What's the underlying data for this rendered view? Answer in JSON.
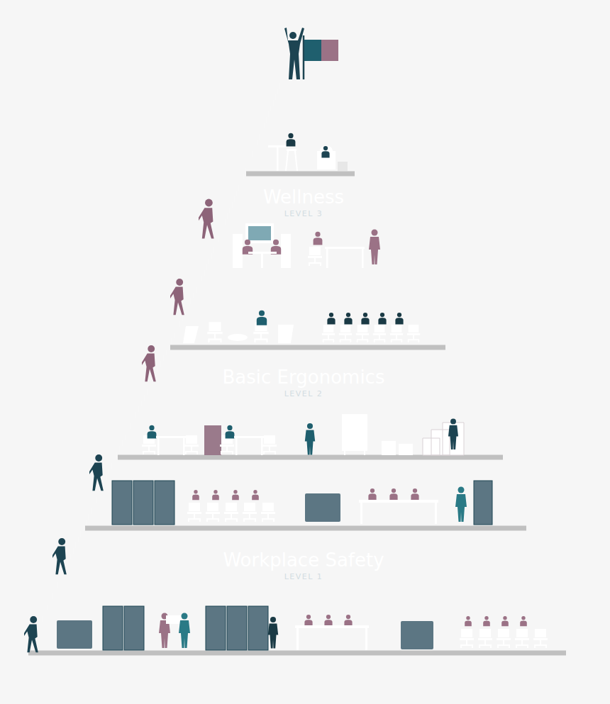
{
  "diagram": {
    "nodes": [
      {
        "text": [
          "Wellness",
          "LEVEL 3"
        ]
      },
      {
        "text": [
          "Basic Ergonomics",
          "LEVEL 2"
        ]
      },
      {
        "text": [
          "Workplace Safety",
          "LEVEL 1"
        ]
      }
    ]
  }
}
